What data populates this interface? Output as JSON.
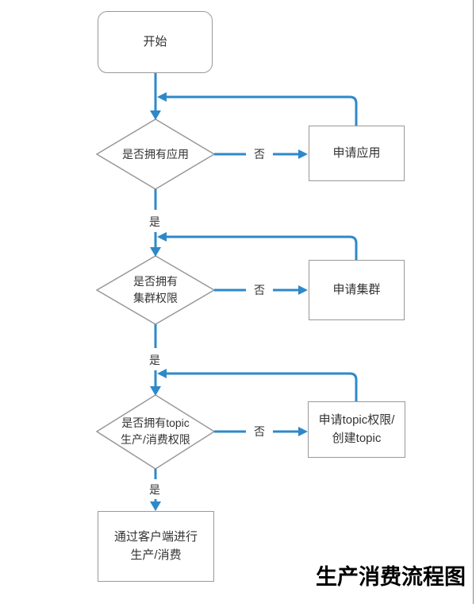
{
  "diagram": {
    "title": "生产消费流程图",
    "nodes": {
      "start": {
        "label": "开始"
      },
      "decision_app": {
        "label": "是否拥有应用"
      },
      "process_apply_app": {
        "label": "申请应用"
      },
      "decision_cluster": {
        "line1": "是否拥有",
        "line2": "集群权限"
      },
      "process_apply_cluster": {
        "label": "申请集群"
      },
      "decision_topic": {
        "line1": "是否拥有topic",
        "line2": "生产/消费权限"
      },
      "process_apply_topic": {
        "line1": "申请topic权限/",
        "line2": "创建topic"
      },
      "end": {
        "line1": "通过客户端进行",
        "line2": "生产/消费"
      }
    },
    "branch_labels": {
      "no_app": "否",
      "yes_app": "是",
      "no_cluster": "否",
      "yes_cluster": "是",
      "no_topic": "否",
      "yes_topic": "是"
    },
    "colors": {
      "connector": "#2e89c8",
      "shape_border": "#999999",
      "text": "#333333",
      "title": "#000000",
      "page_border": "#888888"
    }
  }
}
